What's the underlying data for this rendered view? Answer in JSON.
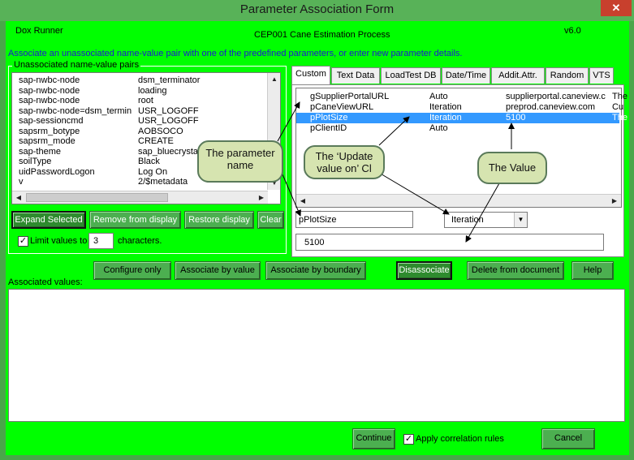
{
  "window": {
    "title": "Parameter Association Form",
    "close": "✕"
  },
  "header": {
    "app": "Dox Runner",
    "process": "CEP001 Cane Estimation Process",
    "version": "v6.0"
  },
  "instruction": "Associate an unassociated name-value pair with one of the predefined parameters, or enter new parameter details.",
  "unassociated": {
    "title": "Unassociated name-value pairs",
    "rows": [
      {
        "name": "sap-nwbc-node",
        "value": "dsm_terminator"
      },
      {
        "name": "sap-nwbc-node",
        "value": "loading"
      },
      {
        "name": "sap-nwbc-node",
        "value": "root"
      },
      {
        "name": "sap-nwbc-node=dsm_termin",
        "value": "USR_LOGOFF"
      },
      {
        "name": "sap-sessioncmd",
        "value": "USR_LOGOFF"
      },
      {
        "name": "sapsrm_botype",
        "value": "AOBSOCO"
      },
      {
        "name": "sapsrm_mode",
        "value": "CREATE"
      },
      {
        "name": "sap-theme",
        "value": "sap_bluecrystal"
      },
      {
        "name": "soilType",
        "value": "Black"
      },
      {
        "name": "uidPasswordLogon",
        "value": "Log On"
      },
      {
        "name": "v",
        "value": "2/$metadata"
      }
    ],
    "buttons": {
      "expand": "Expand Selected",
      "remove": "Remove from display",
      "restore": "Restore display",
      "clear": "Clear"
    },
    "limit": {
      "label": "Limit values to",
      "value": "3",
      "suffix": "characters."
    }
  },
  "tabs": [
    "Custom",
    "Text Data",
    "LoadTest DB",
    "Date/Time",
    "Addit.Attr.",
    "Random",
    "VTS"
  ],
  "params": [
    {
      "name": "gSupplierPortalURL",
      "update": "Auto",
      "value": "supplierportal.caneview.c",
      "extra": "The"
    },
    {
      "name": "pCaneViewURL",
      "update": "Iteration",
      "value": "preprod.caneview.com",
      "extra": "Cu"
    },
    {
      "name": "pPlotSize",
      "update": "Iteration",
      "value": "5100",
      "extra": "The"
    },
    {
      "name": "pClientID",
      "update": "Auto",
      "value": "",
      "extra": ""
    }
  ],
  "detail": {
    "name": "pPlotSize",
    "update": "Iteration",
    "value": "5100"
  },
  "callouts": {
    "name": "The parameter name",
    "update": "The ‘Update value on’ Cl",
    "value": "The Value"
  },
  "actions": {
    "configure": "Configure only",
    "assoc_value": "Associate by value",
    "assoc_boundary": "Associate by boundary",
    "disassociate": "Disassociate",
    "delete": "Delete from document",
    "help": "Help"
  },
  "associated_label": "Associated values:",
  "footer": {
    "continue": "Continue",
    "apply": "Apply correlation rules",
    "cancel": "Cancel"
  },
  "colors": {
    "background": "#00ff00",
    "selection": "#3399ff",
    "callout": "#d6e4b0"
  }
}
